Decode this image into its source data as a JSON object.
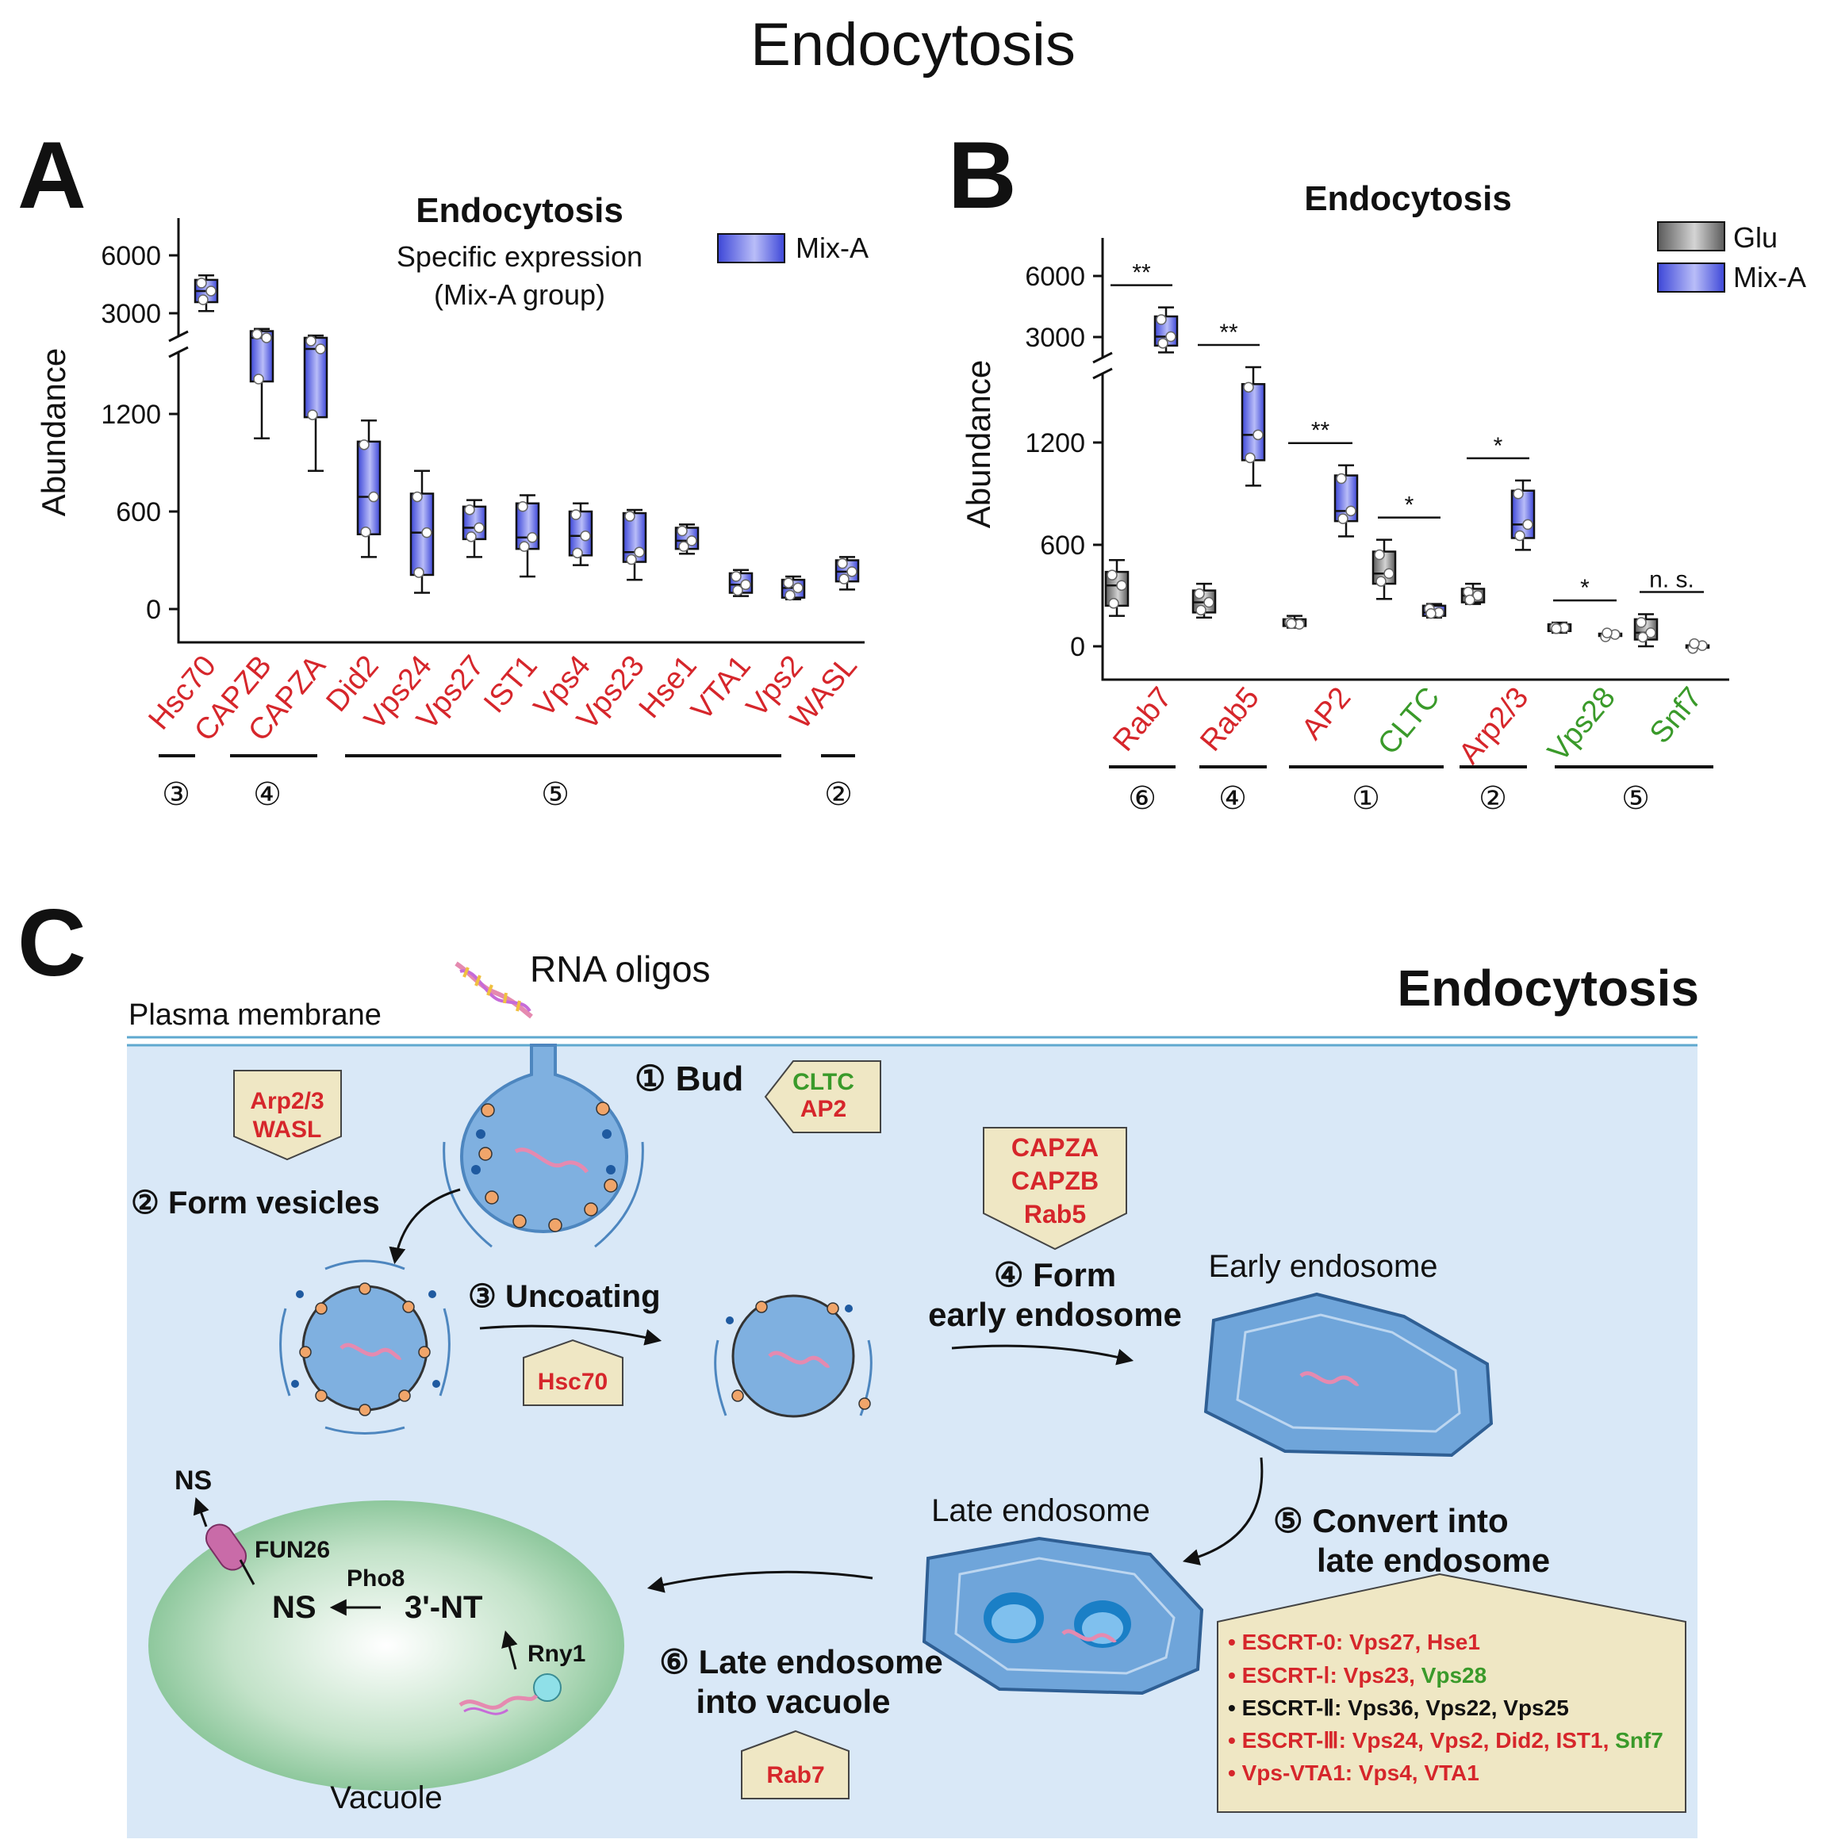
{
  "title": "Endocytosis",
  "colors": {
    "red": "#d6262b",
    "green": "#3a9a2a",
    "mix": "#5a63e6",
    "glu": "#8a8a8a",
    "cell_bg": "#d9e8f7",
    "vacuole": "#8fcb9e"
  },
  "panelA": {
    "letter": "A",
    "title": "Endocytosis",
    "subtitle1": "Specific expression",
    "subtitle2": "(Mix-A group)",
    "legend": "Mix-A",
    "ylabel": "Abundance",
    "yticks": [
      "6000",
      "3000",
      "1200",
      "600",
      "0"
    ],
    "genes": [
      "Hsc70",
      "CAPZB",
      "CAPZA",
      "Did2",
      "Vps24",
      "Vps27",
      "IST1",
      "Vps4",
      "Vps23",
      "Hse1",
      "VTA1",
      "Vps2",
      "WASL"
    ],
    "groups": [
      "③",
      "④",
      "⑤",
      "②"
    ]
  },
  "panelB": {
    "letter": "B",
    "title": "Endocytosis",
    "legend": [
      "Glu",
      "Mix-A"
    ],
    "ylabel": "Abundance",
    "yticks": [
      "6000",
      "3000",
      "1200",
      "600",
      "0"
    ],
    "genes": [
      "Rab7",
      "Rab5",
      "AP2",
      "CLTC",
      "Arp2/3",
      "Vps28",
      "Snf7"
    ],
    "sig": [
      "**",
      "**",
      "**",
      "*",
      "*",
      "*",
      "n. s."
    ],
    "groups": [
      "⑥",
      "④",
      "①",
      "②",
      "⑤"
    ]
  },
  "chart_data": [
    {
      "type": "box",
      "title": "Endocytosis",
      "ylabel": "Abundance",
      "y_scale": "broken axis (0–1800 linear, 1800–6000 compressed)",
      "legend": "top-right",
      "series": [
        {
          "name": "Mix-A",
          "categories": [
            "Hsc70",
            "CAPZB",
            "CAPZA",
            "Did2",
            "Vps24",
            "Vps27",
            "IST1",
            "Vps4",
            "Vps23",
            "Hse1",
            "VTA1",
            "Vps2",
            "WASL"
          ],
          "min": [
            3500,
            1050,
            850,
            320,
            100,
            320,
            200,
            270,
            180,
            340,
            80,
            60,
            120
          ],
          "q1": [
            3900,
            1400,
            1180,
            460,
            210,
            430,
            370,
            330,
            290,
            370,
            100,
            70,
            170
          ],
          "median": [
            4400,
            2300,
            1600,
            690,
            470,
            500,
            440,
            450,
            350,
            420,
            150,
            130,
            230
          ],
          "q3": [
            4900,
            2600,
            2300,
            1030,
            710,
            630,
            650,
            600,
            590,
            500,
            220,
            180,
            300
          ],
          "max": [
            5100,
            2700,
            2400,
            1160,
            850,
            670,
            700,
            650,
            610,
            520,
            240,
            200,
            320
          ]
        }
      ]
    },
    {
      "type": "box",
      "title": "Endocytosis",
      "ylabel": "Abundance",
      "y_scale": "broken axis (0–1800 linear, 1800–6000 compressed)",
      "legend": "top-right",
      "categories": [
        "Rab7",
        "Rab5",
        "AP2",
        "CLTC",
        "Arp2/3",
        "Vps28",
        "Snf7"
      ],
      "significance": [
        "**",
        "**",
        "**",
        "*",
        "*",
        "*",
        "n. s."
      ],
      "series": [
        {
          "name": "Glu",
          "min": [
            180,
            170,
            110,
            280,
            250,
            80,
            0
          ],
          "q1": [
            240,
            200,
            120,
            370,
            260,
            90,
            40
          ],
          "median": [
            360,
            260,
            130,
            430,
            300,
            110,
            80
          ],
          "q3": [
            440,
            330,
            160,
            560,
            340,
            130,
            160
          ],
          "max": [
            510,
            370,
            180,
            630,
            370,
            140,
            190
          ]
        },
        {
          "name": "Mix-A",
          "min": [
            2600,
            950,
            650,
            170,
            570,
            60,
            0
          ],
          "q1": [
            2900,
            1100,
            740,
            180,
            640,
            65,
            2
          ],
          "median": [
            3300,
            1250,
            800,
            200,
            720,
            70,
            4
          ],
          "q3": [
            4200,
            1550,
            1010,
            240,
            920,
            75,
            6
          ],
          "max": [
            4600,
            1650,
            1070,
            250,
            980,
            80,
            8
          ]
        }
      ]
    }
  ],
  "panelC": {
    "letter": "C",
    "title": "Endocytosis",
    "rna_label": "RNA oligos",
    "membrane_label": "Plasma membrane",
    "step1": "① Bud",
    "box1a": "CLTC",
    "box1b": "AP2",
    "box2a": "Arp2/3",
    "box2b": "WASL",
    "step2": "② Form vesicles",
    "step3": "③ Uncoating",
    "box3": "Hsc70",
    "box4a": "CAPZA",
    "box4b": "CAPZB",
    "box4c": "Rab5",
    "step4a": "④ Form",
    "step4b": "early endosome",
    "early_endosome": "Early endosome",
    "late_endosome": "Late endosome",
    "step5a": "⑤ Convert into",
    "step5b": "late endosome",
    "step6a": "⑥ Late endosome",
    "step6b": "into vacuole",
    "box6": "Rab7",
    "vacuole": "Vacuole",
    "ns_out": "NS",
    "fun26": "FUN26",
    "pho8": "Pho8",
    "ns": "NS",
    "nt": "3'-NT",
    "rny1": "Rny1",
    "escrt": {
      "l1_head": "ESCRT-0: ",
      "l1_red": "Vps27, Hse1",
      "l2_head": "ESCRT-Ⅰ: ",
      "l2_red": "Vps23, ",
      "l2_green": "Vps28",
      "l3_head": "ESCRT-Ⅱ: ",
      "l3_black": "Vps36, Vps22, Vps25",
      "l4_head": "ESCRT-Ⅲ: ",
      "l4_red": "Vps24, Vps2, Did2, IST1, ",
      "l4_green": "Snf7",
      "l5_head": "Vps-VTA1: ",
      "l5_red": "Vps4, VTA1"
    }
  }
}
